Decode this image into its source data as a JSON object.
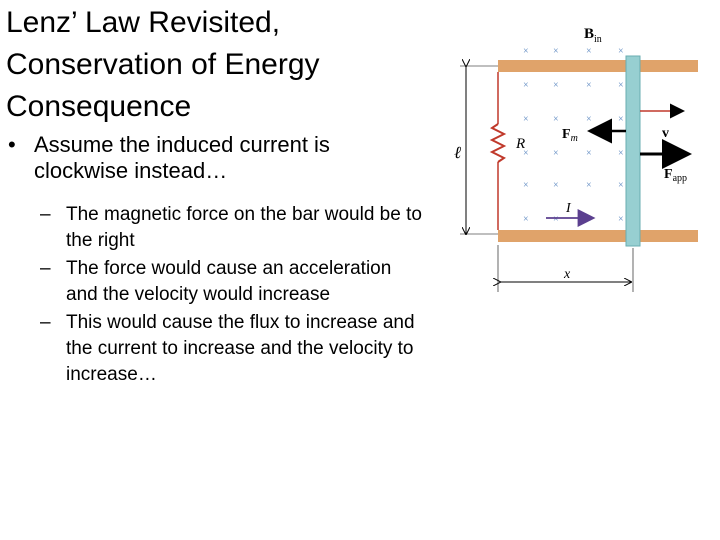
{
  "title_lines": [
    "Lenz’ Law Revisited,",
    "Conservation of Energy",
    "Consequence"
  ],
  "bullet_char": "•",
  "dash_char": "–",
  "bullet": {
    "text": "Assume the induced current is clockwise instead…",
    "subitems": [
      "The magnetic force on the bar would be to the right",
      "The force would cause an acceleration and the velocity would increase",
      "This would cause the flux to increase and the current to increase and the velocity to increase…"
    ]
  },
  "figure": {
    "field_label": "B",
    "field_sub": "in",
    "length_label": "ℓ",
    "resistor_label": "R",
    "magnetic_force_label": "F",
    "magnetic_force_sub": "m",
    "velocity_label": "v",
    "applied_force_label": "F",
    "applied_force_sub": "app",
    "current_label": "I",
    "distance_label": "x",
    "field_symbol": "×",
    "colors": {
      "rail": "#e0a36a",
      "bar": "#97cfd1",
      "resistor": "#c0392b",
      "current_arrow": "#5b3f8f",
      "field_marks": "#5a86c0"
    }
  }
}
